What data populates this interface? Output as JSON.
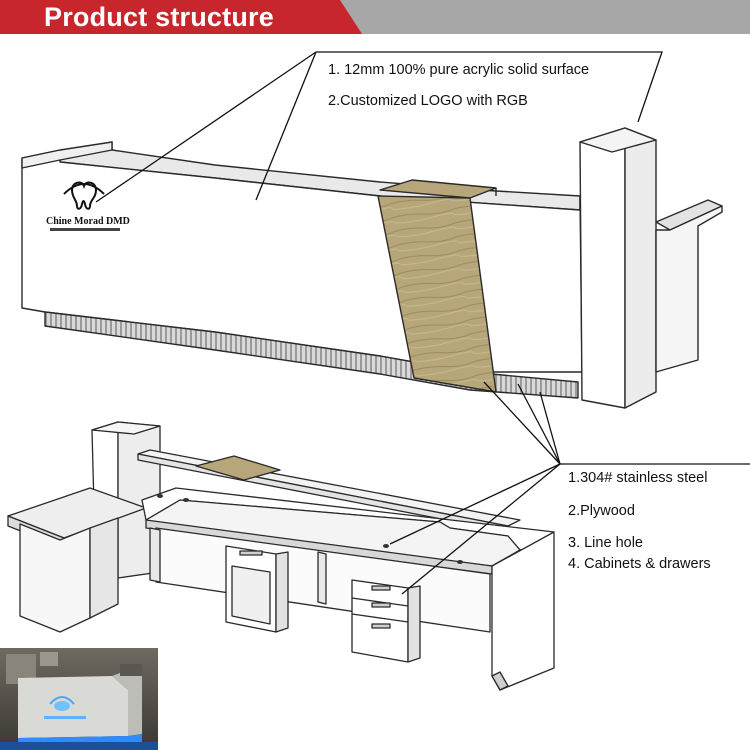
{
  "header": {
    "title": "Product structure",
    "accent_color": "#c8262d",
    "bar_color": "#a7a7a7"
  },
  "callouts_top": {
    "item1": "1. 12mm 100% pure acrylic solid surface",
    "item2": "2.Customized LOGO with RGB"
  },
  "callouts_bottom": {
    "item1": "1.304# stainless steel",
    "item2": "2.Plywood",
    "item3": "3. Line hole",
    "item4": "4. Cabinets & drawers"
  },
  "colors": {
    "panel": "#ffffff",
    "outline": "#2a2a2a",
    "wood": "#b7a77a",
    "steel": "#c9c9c9",
    "photo_glow": "#2f8bff"
  },
  "icons": {
    "logo": "tooth-logo-icon",
    "photo": "reception-desk-photo"
  }
}
